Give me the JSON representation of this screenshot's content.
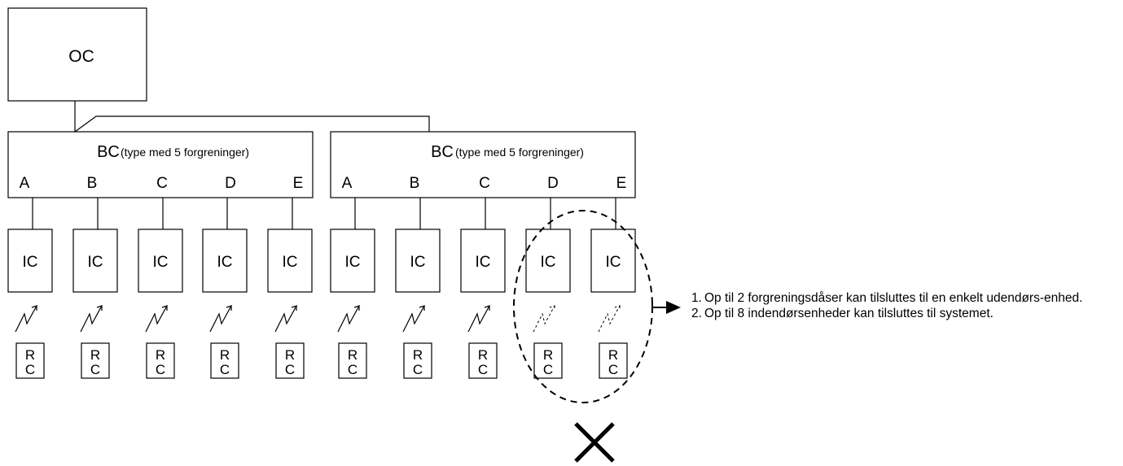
{
  "outdoor_unit": {
    "label": "OC"
  },
  "branch_controllers": [
    {
      "label": "BC",
      "type_text": "(type med 5 forgreninger)",
      "ports": [
        "A",
        "B",
        "C",
        "D",
        "E"
      ]
    },
    {
      "label": "BC",
      "type_text": "(type med 5 forgreninger)",
      "ports": [
        "A",
        "B",
        "C",
        "D",
        "E"
      ]
    }
  ],
  "indoor_units": [
    {
      "label": "IC"
    },
    {
      "label": "IC"
    },
    {
      "label": "IC"
    },
    {
      "label": "IC"
    },
    {
      "label": "IC"
    },
    {
      "label": "IC"
    },
    {
      "label": "IC"
    },
    {
      "label": "IC"
    },
    {
      "label": "IC",
      "not_allowed": true
    },
    {
      "label": "IC",
      "not_allowed": true
    }
  ],
  "remote_controllers": [
    {
      "line1": "R",
      "line2": "C"
    },
    {
      "line1": "R",
      "line2": "C"
    },
    {
      "line1": "R",
      "line2": "C"
    },
    {
      "line1": "R",
      "line2": "C"
    },
    {
      "line1": "R",
      "line2": "C"
    },
    {
      "line1": "R",
      "line2": "C"
    },
    {
      "line1": "R",
      "line2": "C"
    },
    {
      "line1": "R",
      "line2": "C"
    },
    {
      "line1": "R",
      "line2": "C",
      "not_allowed": true
    },
    {
      "line1": "R",
      "line2": "C",
      "not_allowed": true
    }
  ],
  "notes": [
    {
      "number": "1.",
      "text": "Op til 2 forgreningsdåser kan tilsluttes til en enkelt udendørs-enhed."
    },
    {
      "number": "2.",
      "text": "Op til 8 indendørsenheder kan tilsluttes til systemet."
    }
  ],
  "symbols": {
    "not_allowed": "cross-mark-icon",
    "pointer": "arrow-right-icon",
    "wireless": "lightning-icon"
  }
}
